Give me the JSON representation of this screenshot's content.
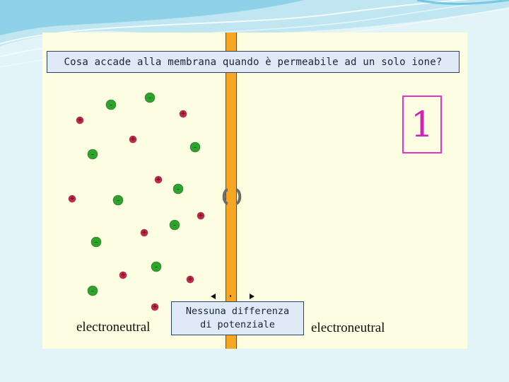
{
  "title": "Cosa accade alla membrana quando è permeabile ad un solo ione?",
  "step_number": "1",
  "left_label": "electroneutral",
  "right_label": "electroneutral",
  "info_box": {
    "line1": "Nessuna differenza",
    "line2": "di potenziale"
  },
  "ions": {
    "negative_symbol": "-",
    "positive_symbol": "+"
  },
  "colors": {
    "background": "#e3f4f8",
    "panel": "#fdfde1",
    "membrane": "#f6a623",
    "negative_ion": "#2aa52a",
    "positive_ion": "#d0234a",
    "number_box": "#e236c8"
  }
}
